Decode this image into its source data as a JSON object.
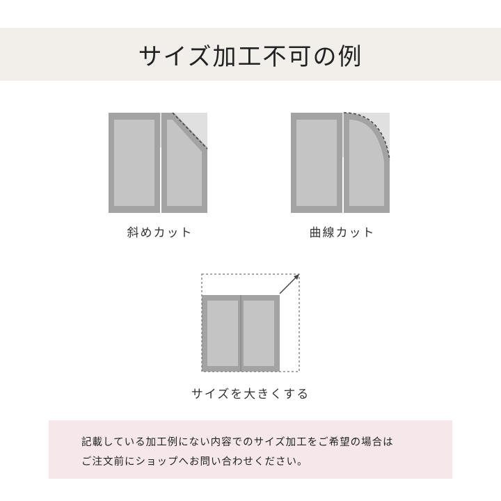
{
  "header": {
    "title": "サイズ加工不可の例"
  },
  "examples": [
    {
      "caption": "斜めカット",
      "icon": "diagonal-cut"
    },
    {
      "caption": "曲線カット",
      "icon": "curved-cut"
    },
    {
      "caption": "サイズを大きくする",
      "icon": "enlarge"
    }
  ],
  "note": {
    "line1": "記載している加工例にない内容でのサイズ加工をご希望の場合は",
    "line2": "ご注文前にショップへお問い合わせください。"
  },
  "colors": {
    "header_band": "#f2efea",
    "note_box": "#f6e8ea",
    "cabinet_frame": "#a3a3a3",
    "cabinet_panel": "#c6c6c6",
    "cut_area": "#d8d8d8",
    "guide_line": "#555555"
  }
}
